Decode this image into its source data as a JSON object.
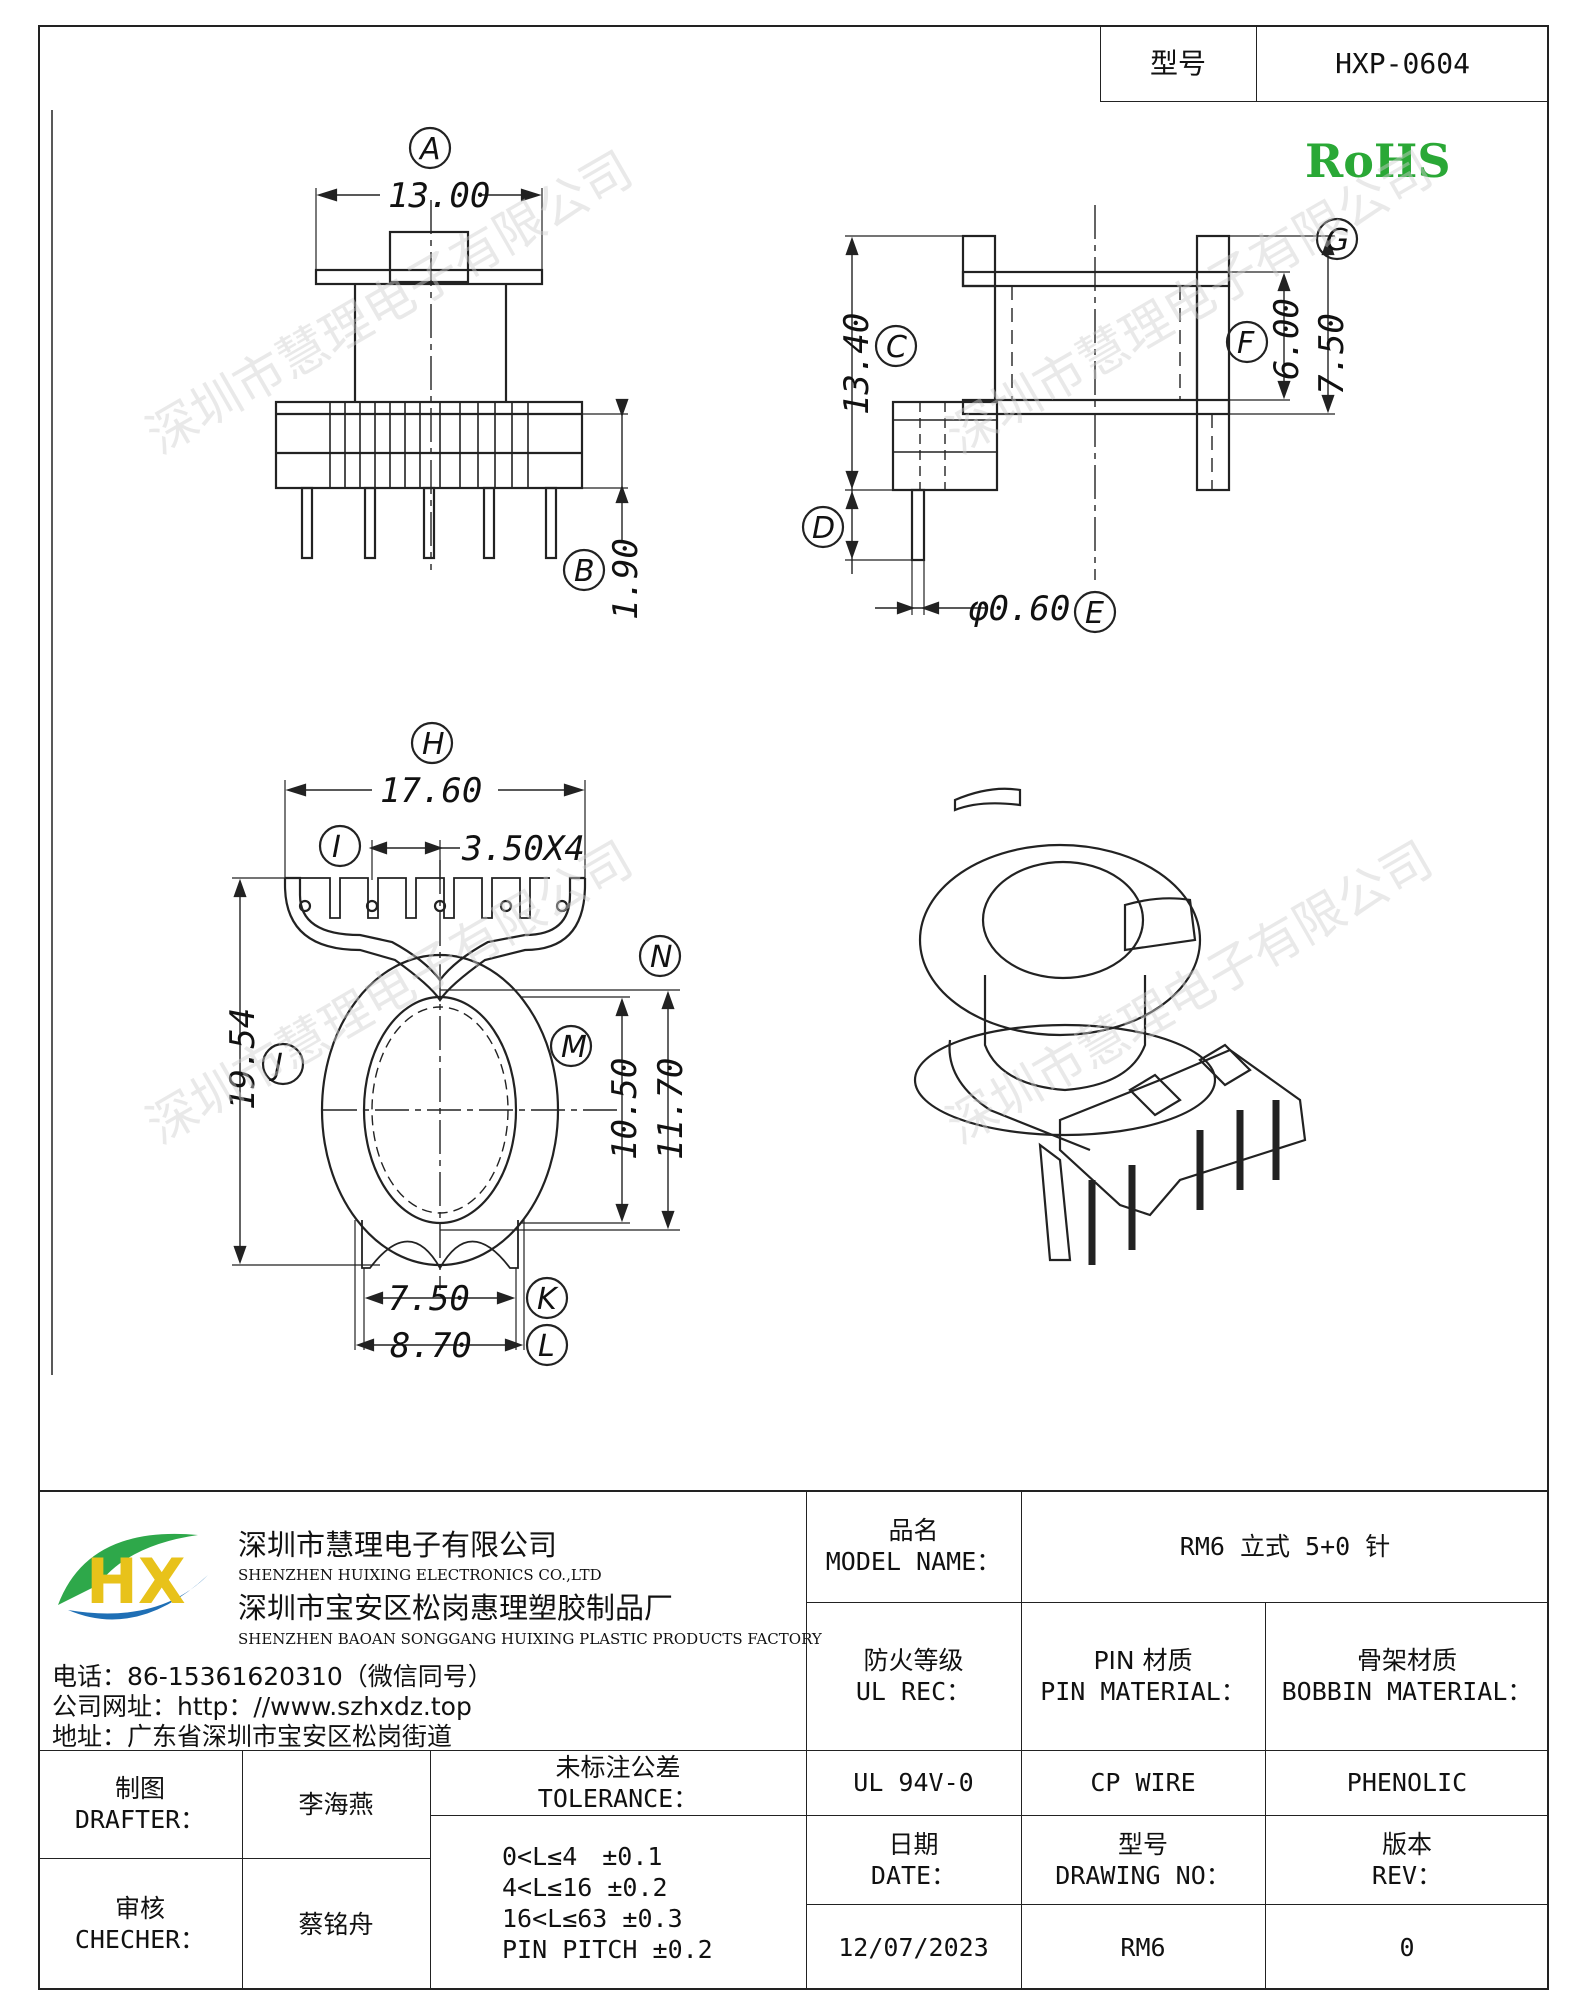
{
  "header": {
    "model_label": "型号",
    "model_value": "HXP-0604",
    "rohs": "RoHS"
  },
  "watermark": "深圳市慧理电子有限公司",
  "drawing": {
    "top_left": {
      "dim_A": "13.00",
      "label_A": "A",
      "dim_B": "1.90",
      "label_B": "B"
    },
    "top_right": {
      "dim_C": "13.40",
      "label_C": "C",
      "label_D": "D",
      "dim_E": "φ0.60",
      "label_E": "E",
      "dim_F": "6.00",
      "label_F": "F",
      "dim_G": "7.50",
      "label_G": "G"
    },
    "bottom_left": {
      "dim_H": "17.60",
      "label_H": "H",
      "dim_I": "3.50X4",
      "label_I": "I",
      "dim_J": "19.54",
      "label_J": "J",
      "dim_K": "7.50",
      "label_K": "K",
      "dim_L": "8.70",
      "label_L": "L",
      "dim_M": "10.50",
      "label_M": "M",
      "dim_N": "11.70",
      "label_N": "N"
    }
  },
  "company": {
    "name_cn": "深圳市慧理电子有限公司",
    "name_en": "SHENZHEN HUIXING ELECTRONICS CO.,LTD",
    "factory_cn": "深圳市宝安区松岗惠理塑胶制品厂",
    "factory_en": "SHENZHEN BAOAN SONGGANG HUIXING PLASTIC PRODUCTS FACTORY",
    "phone": "电话：86-15361620310（微信同号）",
    "website": "公司网址：http：//www.szhxdz.top",
    "address": "地址：广东省深圳市宝安区松岗街道",
    "logo_text": "HX",
    "colors": {
      "logo_green": "#2ea84a",
      "logo_yellow": "#e8c21a",
      "logo_blue": "#1f6fb5"
    }
  },
  "title_block": {
    "model_name_cn": "品名",
    "model_name_en": "MODEL NAME：",
    "model_name_value": "RM6 立式 5+0 针",
    "ul_cn": "防火等级",
    "ul_en": "UL REC：",
    "pin_cn": "PIN 材质",
    "pin_en": "PIN MATERIAL：",
    "bobbin_cn": "骨架材质",
    "bobbin_en": "BOBBIN MATERIAL：",
    "ul_value": "UL 94V-0",
    "pin_value": "CP WIRE",
    "bobbin_value": "PHENOLIC",
    "drafter_cn": "制图",
    "drafter_en": "DRAFTER：",
    "drafter_name": "李海燕",
    "checker_cn": "审核",
    "checker_en": "CHECHER：",
    "checker_name": "蔡铭舟",
    "tolerance_cn": "未标注公差",
    "tolerance_en": "TOLERANCE：",
    "tolerance_lines": [
      "0<L≤4　±0.1",
      "4<L≤16 ±0.2",
      "16<L≤63 ±0.3",
      "PIN PITCH ±0.2"
    ],
    "date_cn": "日期",
    "date_en": "DATE：",
    "date_value": "12/07/2023",
    "drawing_no_cn": "型号",
    "drawing_no_en": "DRAWING NO：",
    "drawing_no_value": "RM6",
    "rev_cn": "版本",
    "rev_en": "REV：",
    "rev_value": "0"
  }
}
